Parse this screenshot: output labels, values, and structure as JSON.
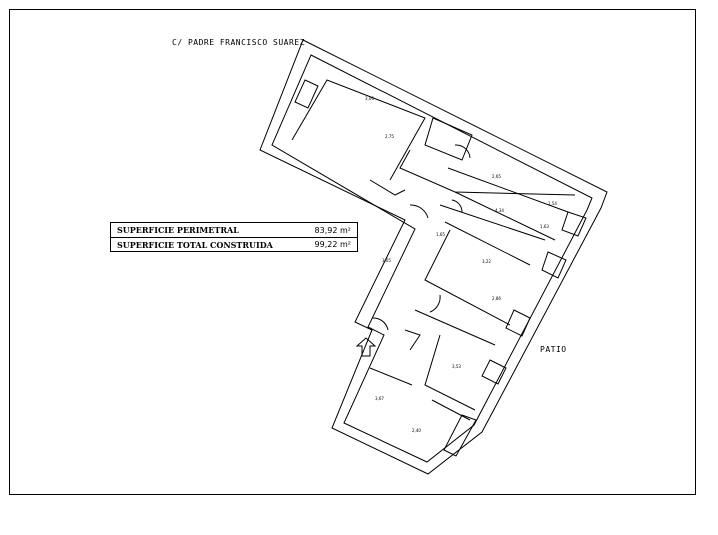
{
  "plan": {
    "street_label": "C/ PADRE FRANCISCO SUAREZ",
    "patio_label": "PATIO",
    "dimensions": [
      "3,06",
      "2,75",
      "2,65",
      "1,54",
      "1,63",
      "4,34",
      "1,65",
      "3,22",
      "3,05",
      "2,86",
      "3,53",
      "3,67",
      "2,40"
    ]
  },
  "areas": [
    {
      "label": "SUPERFICIE PERIMETRAL",
      "value": "83,92 m²"
    },
    {
      "label": "SUPERFICIE TOTAL CONSTRUIDA",
      "value": "99,22 m²"
    }
  ],
  "colors": {
    "line": "#000000",
    "background": "#ffffff"
  },
  "icons": [
    "entrance-arrow-icon"
  ]
}
